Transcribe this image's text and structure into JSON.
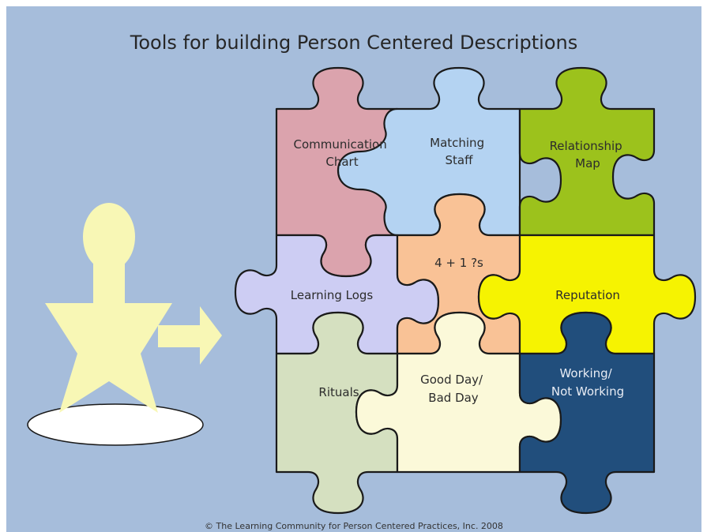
{
  "title": "Tools for building Person Centered Descriptions",
  "copyright": "© The Learning Community for Person Centered Practices, Inc.  2008",
  "pieces": [
    {
      "id": "communication",
      "lines": [
        "Communication",
        "Chart"
      ],
      "color": "#dba3ad"
    },
    {
      "id": "matching",
      "lines": [
        "Matching",
        "Staff"
      ],
      "color": "#b4d3f2"
    },
    {
      "id": "relationship",
      "lines": [
        "Relationship",
        "Map"
      ],
      "color": "#9cc21c"
    },
    {
      "id": "learning",
      "lines": [
        "Learning Logs"
      ],
      "color": "#cdcdf3"
    },
    {
      "id": "fourplusone",
      "lines": [
        "4 + 1 ?s"
      ],
      "color": "#f9c296"
    },
    {
      "id": "reputation",
      "lines": [
        "Reputation"
      ],
      "color": "#f6f301"
    },
    {
      "id": "rituals",
      "lines": [
        "Rituals"
      ],
      "color": "#d5e0c0"
    },
    {
      "id": "goodday",
      "lines": [
        "Good Day/",
        "Bad Day"
      ],
      "color": "#fbf9d9"
    },
    {
      "id": "working",
      "lines": [
        "Working/",
        "Not Working"
      ],
      "color": "#214e7c"
    }
  ],
  "colors": {
    "background": "#a6bddb",
    "figure": "#f8f7b5",
    "arrow": "#f8f7b5",
    "base": "#ffffff",
    "outline": "#1a1a1a"
  }
}
